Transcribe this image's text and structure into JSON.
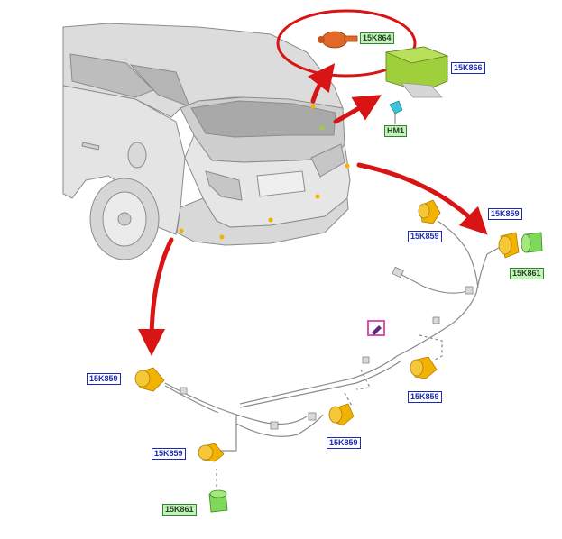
{
  "colors": {
    "arrow": "#d81414",
    "callout_ring": "#d81414",
    "sensor": "#f2b200",
    "sensor_dark": "#b07e00",
    "module": "#9fcf3a",
    "cap": "#7fd85a",
    "car_body": "#e2e2e2",
    "car_line": "#8c8c8c",
    "label_border_blue": "#1c2bb0",
    "label_border_green": "#2a8a2a"
  },
  "icons": {
    "connector": "pencil-connector-icon",
    "sensor": "parking-sensor-icon",
    "module": "control-module-icon",
    "buzzer": "buzzer-icon",
    "cap": "sensor-cap-icon",
    "clip": "clip-icon"
  },
  "labels": {
    "buzzer": "15K864",
    "module": "15K866",
    "hm1": "HM1",
    "sensor_right_upper": "15K859",
    "sensor_right_corner": "15K859",
    "cap_right": "15K861",
    "sensor_left_corner": "15K859",
    "sensor_center_right": "15K859",
    "sensor_center_left": "15K859",
    "sensor_left_lower": "15K859",
    "cap_left": "15K861"
  }
}
